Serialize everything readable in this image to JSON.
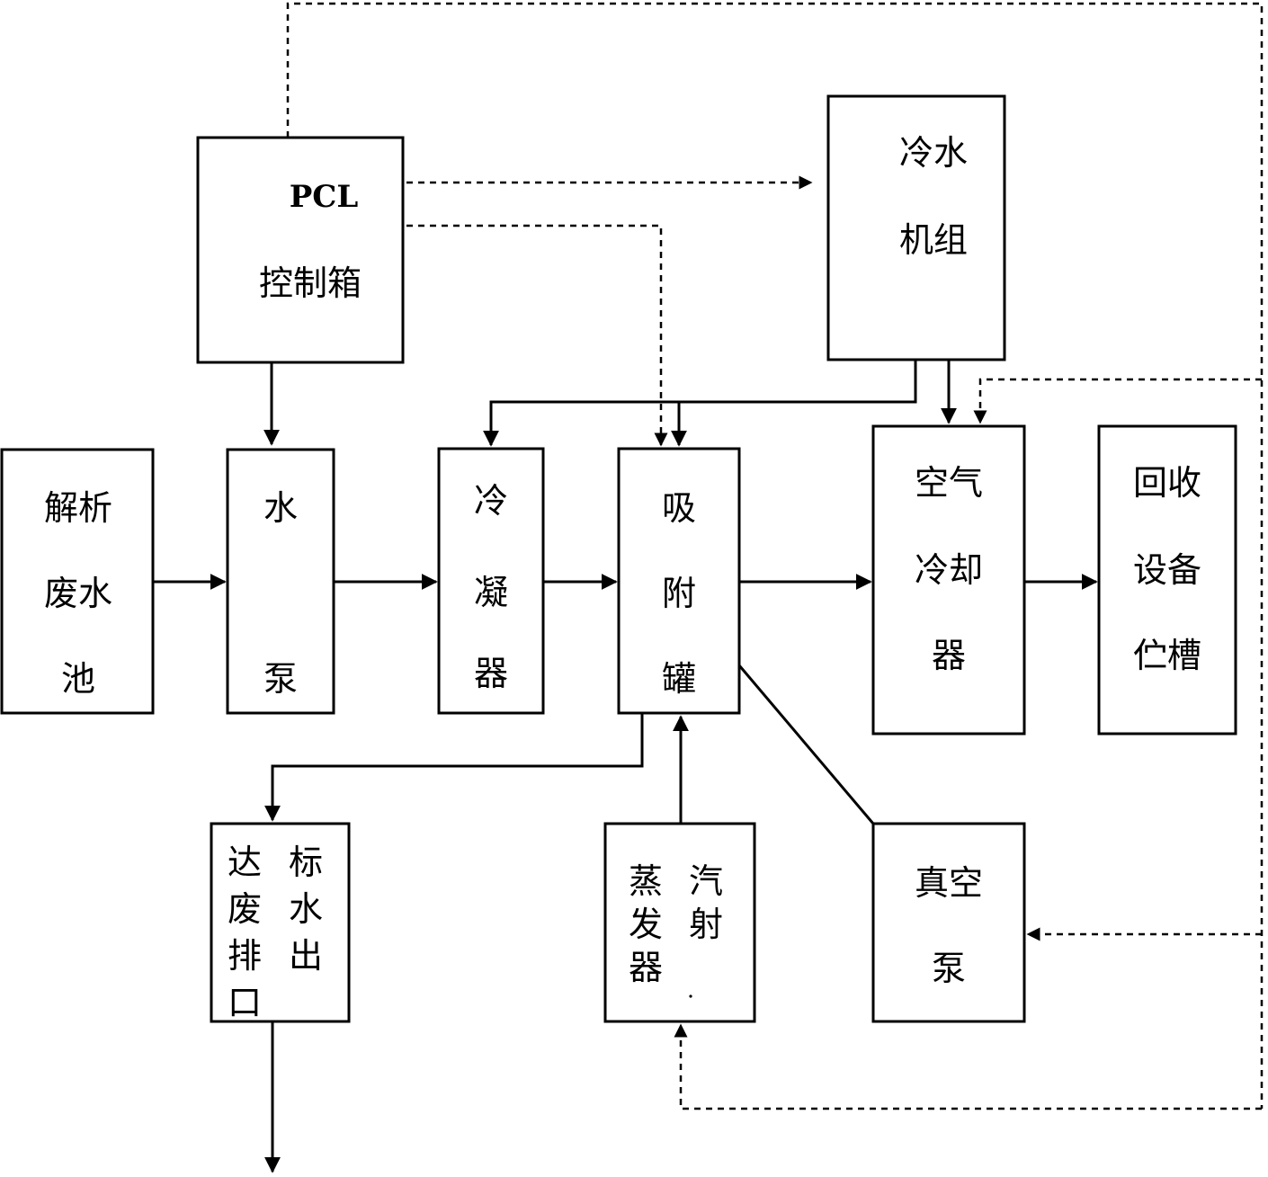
{
  "nodes": {
    "plc": {
      "line1": "PCL",
      "line2": "控制箱"
    },
    "chiller": {
      "line1": "冷水",
      "line2": "机组"
    },
    "wastewater_pool": {
      "line1": "解析",
      "line2": "废水",
      "line3": "池"
    },
    "water_pump": {
      "line1": "水",
      "line2": "泵"
    },
    "condenser": {
      "line1": "冷",
      "line2": "凝",
      "line3": "器"
    },
    "adsorption_tank": {
      "line1": "吸",
      "line2": "附",
      "line3": "罐"
    },
    "air_cooler": {
      "line1": "空气",
      "line2": "冷却",
      "line3": "器"
    },
    "recovery_tank": {
      "line1": "回收",
      "line2": "设备",
      "line3": "伫槽"
    },
    "discharge": {
      "col1": "达废排口",
      "col2": "标水出"
    },
    "steam_generator": {
      "col1": "蒸发器",
      "col2": "汽射"
    },
    "vacuum_pump": {
      "line1": "真空",
      "line2": "泵"
    }
  }
}
